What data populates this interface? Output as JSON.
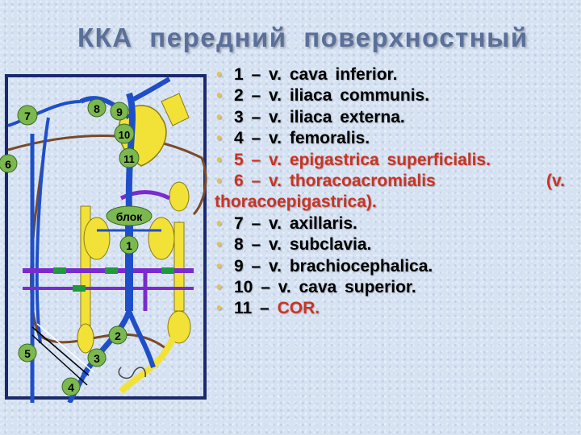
{
  "title": "ККА передний поверхностный",
  "diagram": {
    "labels": {
      "n1": "1",
      "n2": "2",
      "n3": "3",
      "n4": "4",
      "n5": "5",
      "n6": "6",
      "n7": "7",
      "n8": "8",
      "n9": "9",
      "n10": "10",
      "n11": "11",
      "blok": "блок"
    },
    "colors": {
      "vein": "#1f4fc8",
      "artery_yellow": "#f2e238",
      "purple": "#7a2bd0",
      "green": "#1e9a3c",
      "brown": "#7a4a28",
      "frame": "#1a2a6a",
      "label_fill": "#7cb850"
    }
  },
  "legend": [
    {
      "num": "1",
      "text": "– v.  cava  inferior."
    },
    {
      "num": "2",
      "text": "– v.  iliaca  communis."
    },
    {
      "num": "3",
      "text": "– v.  iliaca  externa."
    },
    {
      "num": "4",
      "text": "– v.  femoralis."
    },
    {
      "num": "5",
      "text": "– v.  epigastrica  superficialis."
    },
    {
      "num": "6",
      "text_a": "– v.  thoracoacromialis",
      "text_b": "(v.",
      "text_c": "thoracoepigastrica)."
    },
    {
      "num": "7",
      "text": "– v.  axillaris."
    },
    {
      "num": "8",
      "text": "– v.  subclavia."
    },
    {
      "num": "9",
      "text": "– v.  brachiocephalica."
    },
    {
      "num": "10",
      "text": "– v.  cava  superior."
    },
    {
      "num": "11",
      "text_a": "– ",
      "text_b": "COR."
    }
  ],
  "bullet": "•"
}
